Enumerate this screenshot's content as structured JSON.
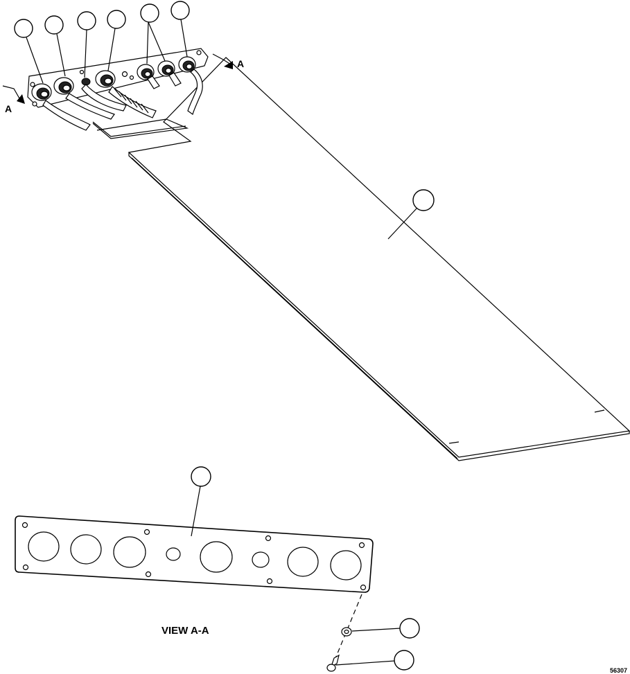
{
  "section_label_left": "A",
  "section_label_right": "A",
  "view_label": "VIEW A-A",
  "figure_number": "56307",
  "callouts": {
    "count_top": 6,
    "count_total": 10
  }
}
